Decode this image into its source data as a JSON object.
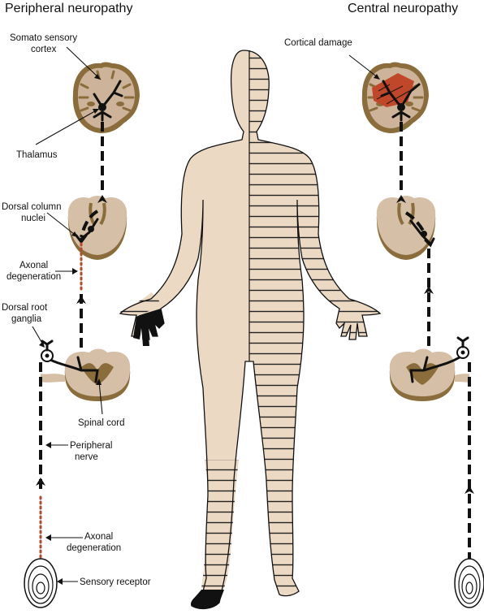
{
  "titles": {
    "left": "Peripheral neuropathy",
    "right": "Central neuropathy"
  },
  "labels": {
    "somato_1": "Somato sensory",
    "somato_2": "cortex",
    "thalamus": "Thalamus",
    "dcn_1": "Dorsal column",
    "dcn_2": "nuclei",
    "axonal_upper_1": "Axonal",
    "axonal_upper_2": "degeneration",
    "drg_1": "Dorsal root",
    "drg_2": "ganglia",
    "spinal_cord": "Spinal cord",
    "nerve_1": "Peripheral",
    "nerve_2": "nerve",
    "axonal_lower_1": "Axonal",
    "axonal_lower_2": "degeneration",
    "receptor": "Sensory receptor",
    "cortical_damage": "Cortical damage"
  },
  "colors": {
    "skin": "#ecd9c3",
    "brain_outer": "#8a6d3b",
    "brain_inner": "#cdb399",
    "lesion": "#c0472a",
    "axon_damage": "#b5492a",
    "stroke": "#111111"
  }
}
